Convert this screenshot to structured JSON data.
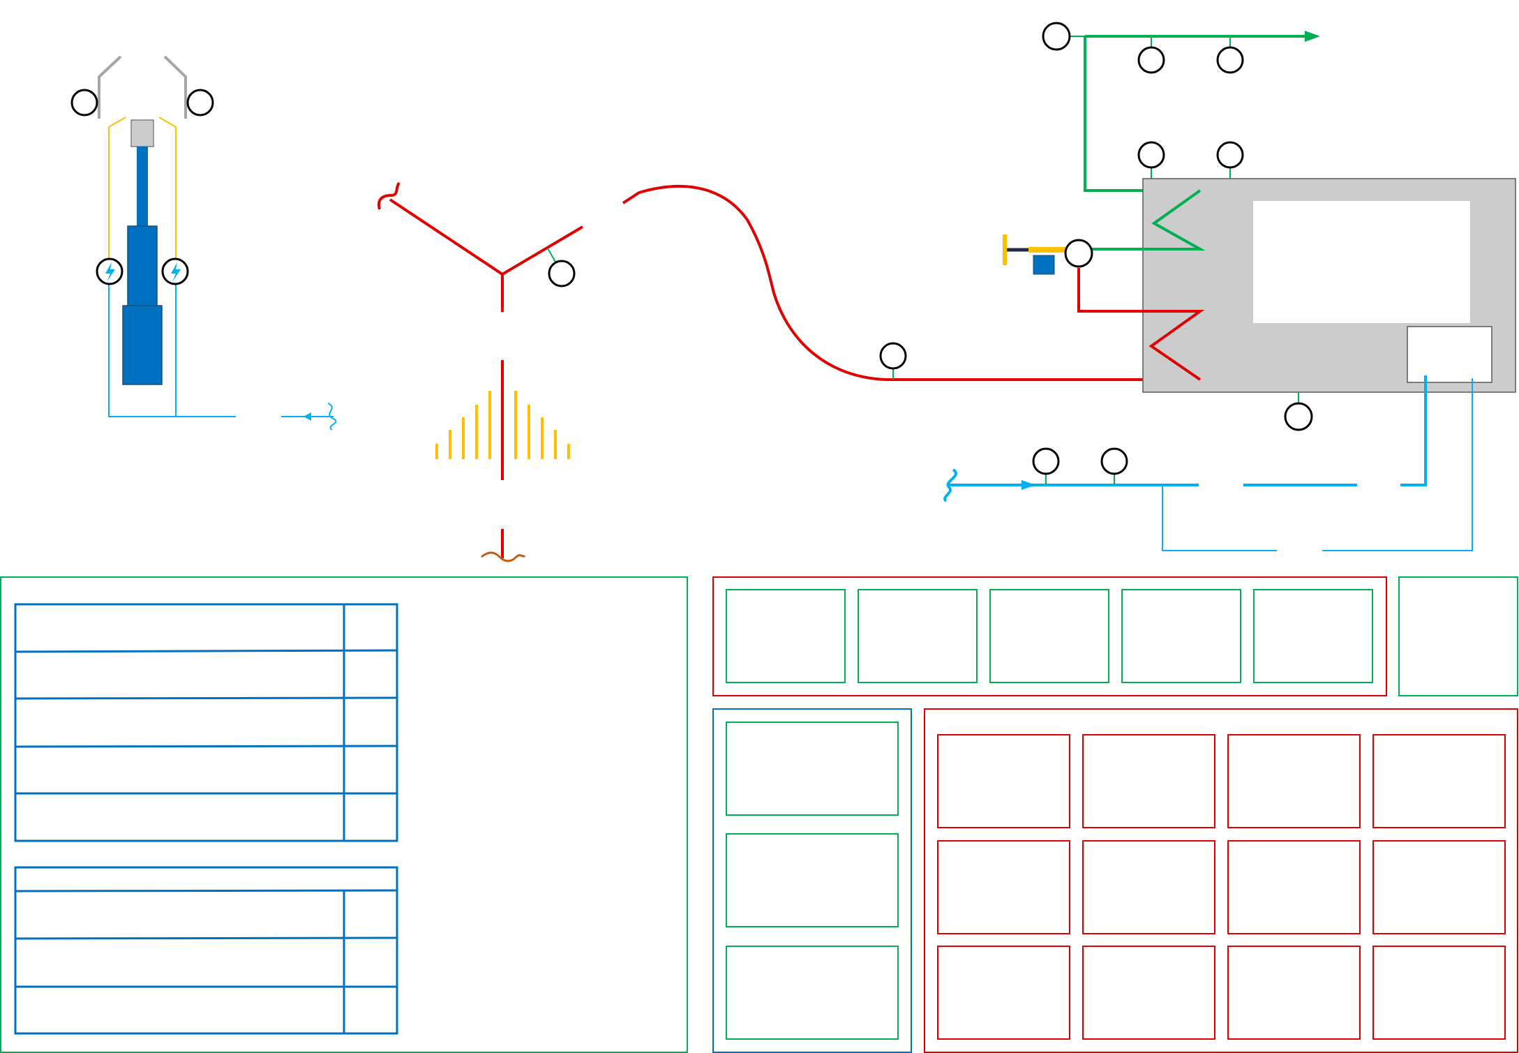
{
  "diagram": {
    "colors": {
      "background": "#ffffff",
      "green": "#00b050",
      "blue": "#0070c0",
      "light_blue": "#00b0f0",
      "red": "#e00000",
      "yellow": "#ffc000",
      "gray": "#a6a6a6",
      "panel_gray": "#cccccc",
      "dark_navy": "#1f2a44",
      "orange": "#c55a11",
      "node_outline": "#000000"
    },
    "components": [
      "plunger-cylinder",
      "three-arm-rotor",
      "pulse-fan",
      "curved-red-line",
      "control-cabinet",
      "heat-exchanger-green",
      "heat-exchanger-red",
      "valve-actuator",
      "blue-return-line",
      "green-supply-line"
    ],
    "panels": {
      "left_group": {
        "table_one_rows": 5,
        "table_two_rows": 4
      },
      "top_right_group": {
        "cell_count": 5
      },
      "side_box_count": 1,
      "left_stack": {
        "cell_count": 3
      },
      "grid": {
        "rows": 3,
        "cols": 4
      }
    }
  }
}
